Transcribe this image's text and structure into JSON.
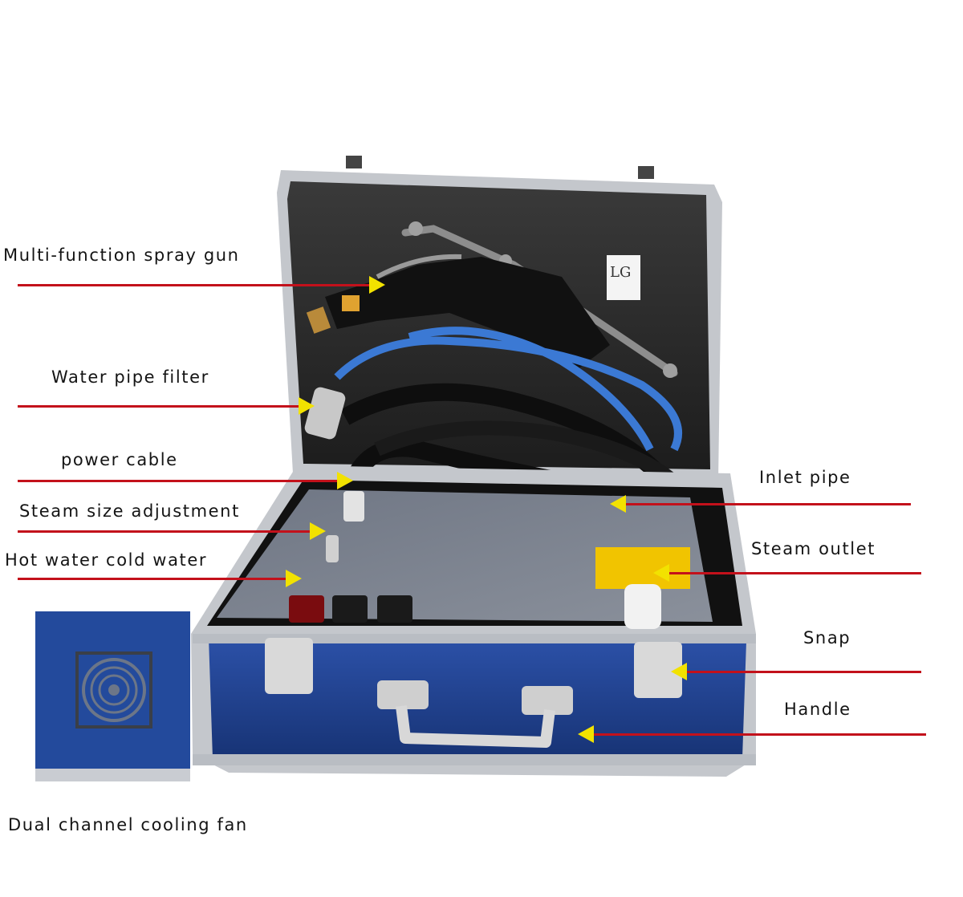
{
  "labels": {
    "spray_gun": "Multi-function spray gun",
    "water_filter": "Water pipe filter",
    "power_cable": "power cable",
    "steam_adjust": "Steam size adjustment",
    "hot_cold": "Hot water cold water",
    "inlet_pipe": "Inlet pipe",
    "steam_outlet": "Steam outlet",
    "snap": "Snap",
    "handle": "Handle",
    "cooling_fan": "Dual channel cooling fan"
  },
  "colors": {
    "leader_line": "#c3111b",
    "arrow": "#f2e200",
    "case_blue": "#1f3f8f",
    "frame_aluminum": "#b9bdc3"
  }
}
